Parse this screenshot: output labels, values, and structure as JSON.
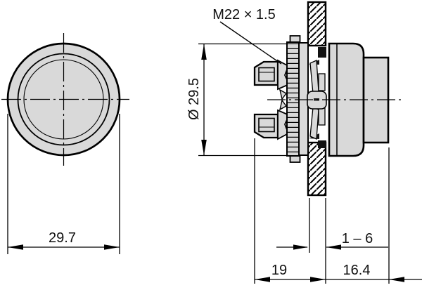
{
  "drawing": {
    "type": "technical-dimension-drawing",
    "subject": "round pushbutton actuator, front view and panel-mounted side section",
    "labels": {
      "thread": "M22 × 1.5",
      "bezel_diameter": "Ø 29.5",
      "front_width": "29.7",
      "panel_thickness": "1 – 6",
      "mounting_depth": "19",
      "front_depth": "16.4"
    },
    "colors": {
      "line": "#000000",
      "part_fill": "#d9d9d9",
      "background": "#ffffff",
      "text": "#111111"
    }
  }
}
